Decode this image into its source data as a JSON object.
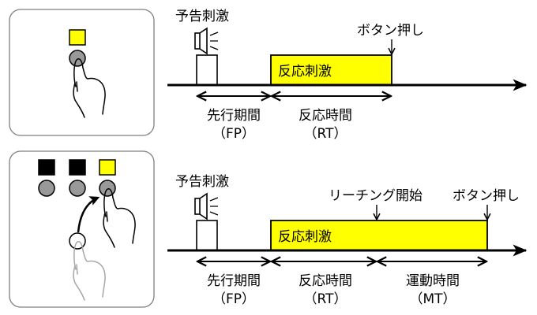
{
  "colors": {
    "stimulus_fill": "#ffff00",
    "button_fill": "#999999",
    "inactive_light": "#000000",
    "panel_border": "#7f7f7f",
    "ghost_hand": "#a6a6a6",
    "line": "#000000"
  },
  "panels": [
    {
      "id": "simple-rt",
      "illustration": {
        "lights": [
          "yellow"
        ],
        "buttons": 1,
        "hand": "pressing-button"
      },
      "timeline": {
        "warning_label": "予告刺激",
        "warning_icon": "speaker-icon",
        "stimulus_label": "反応刺激",
        "events": [
          {
            "label": "ボタン押し",
            "marker": "down-arrow"
          }
        ],
        "intervals": [
          {
            "name": "先行期間",
            "abbr": "（FP）"
          },
          {
            "name": "反応時間",
            "abbr": "（RT）"
          }
        ]
      }
    },
    {
      "id": "choice-reaching",
      "illustration": {
        "lights": [
          "black",
          "black",
          "yellow"
        ],
        "buttons": 3,
        "hand": "reaching-from-home-to-target"
      },
      "timeline": {
        "warning_label": "予告刺激",
        "warning_icon": "speaker-icon",
        "stimulus_label": "反応刺激",
        "events": [
          {
            "label": "リーチング開始",
            "marker": "down-arrow"
          },
          {
            "label": "ボタン押し",
            "marker": "down-arrow"
          }
        ],
        "intervals": [
          {
            "name": "先行期間",
            "abbr": "（FP）"
          },
          {
            "name": "反応時間",
            "abbr": "（RT）"
          },
          {
            "name": "運動時間",
            "abbr": "（MT）"
          }
        ]
      }
    }
  ]
}
